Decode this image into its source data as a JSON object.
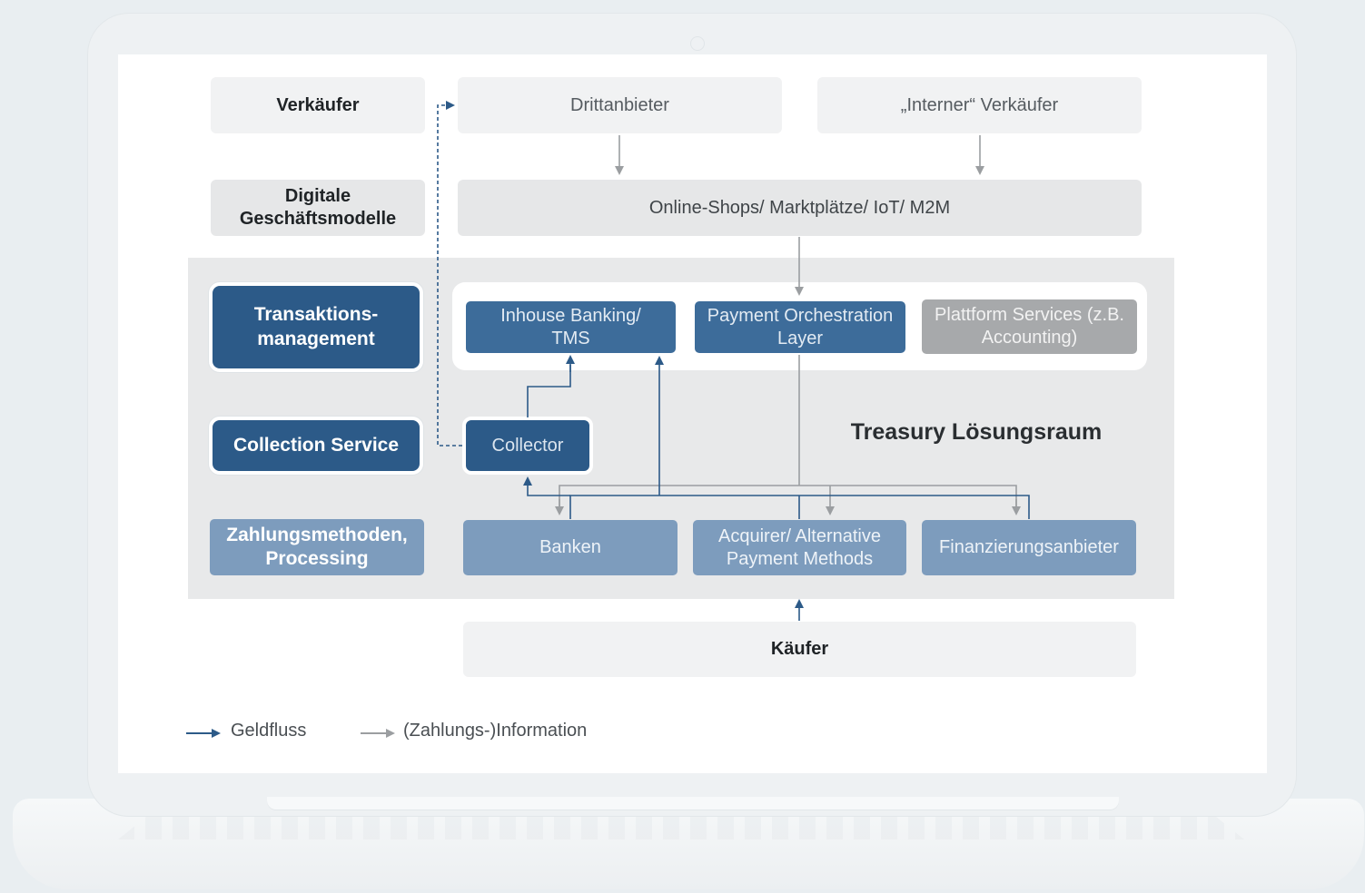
{
  "rows": {
    "verkaeufer": "Verkäufer",
    "digitale": "Digitale Geschäftsmodelle",
    "transaktions": "Transaktions-management",
    "collection_service": "Collection Service",
    "zahlungsmethoden": "Zahlungsmethoden, Processing"
  },
  "nodes": {
    "drittanbieter": "Drittanbieter",
    "interner_verkaeufer": "„Interner“ Verkäufer",
    "online_shops": "Online-Shops/ Marktplätze/ IoT/ M2M",
    "inhouse_banking": "Inhouse Banking/ TMS",
    "payment_orchestration": "Payment Orchestration Layer",
    "plattform_services": "Plattform Services (z.B. Accounting)",
    "collector": "Collector",
    "banken": "Banken",
    "acquirer": "Acquirer/ Alternative Payment Methods",
    "finanzierungsanbieter": "Finanzierungsanbieter",
    "kaeufer": "Käufer"
  },
  "solution_space_label": "Treasury Lösungsraum",
  "legend": {
    "money_flow": "Geldfluss",
    "information": "(Zahlungs-)Information"
  },
  "colors": {
    "money_flow": "#2c5a88",
    "information": "#9b9ea1"
  }
}
